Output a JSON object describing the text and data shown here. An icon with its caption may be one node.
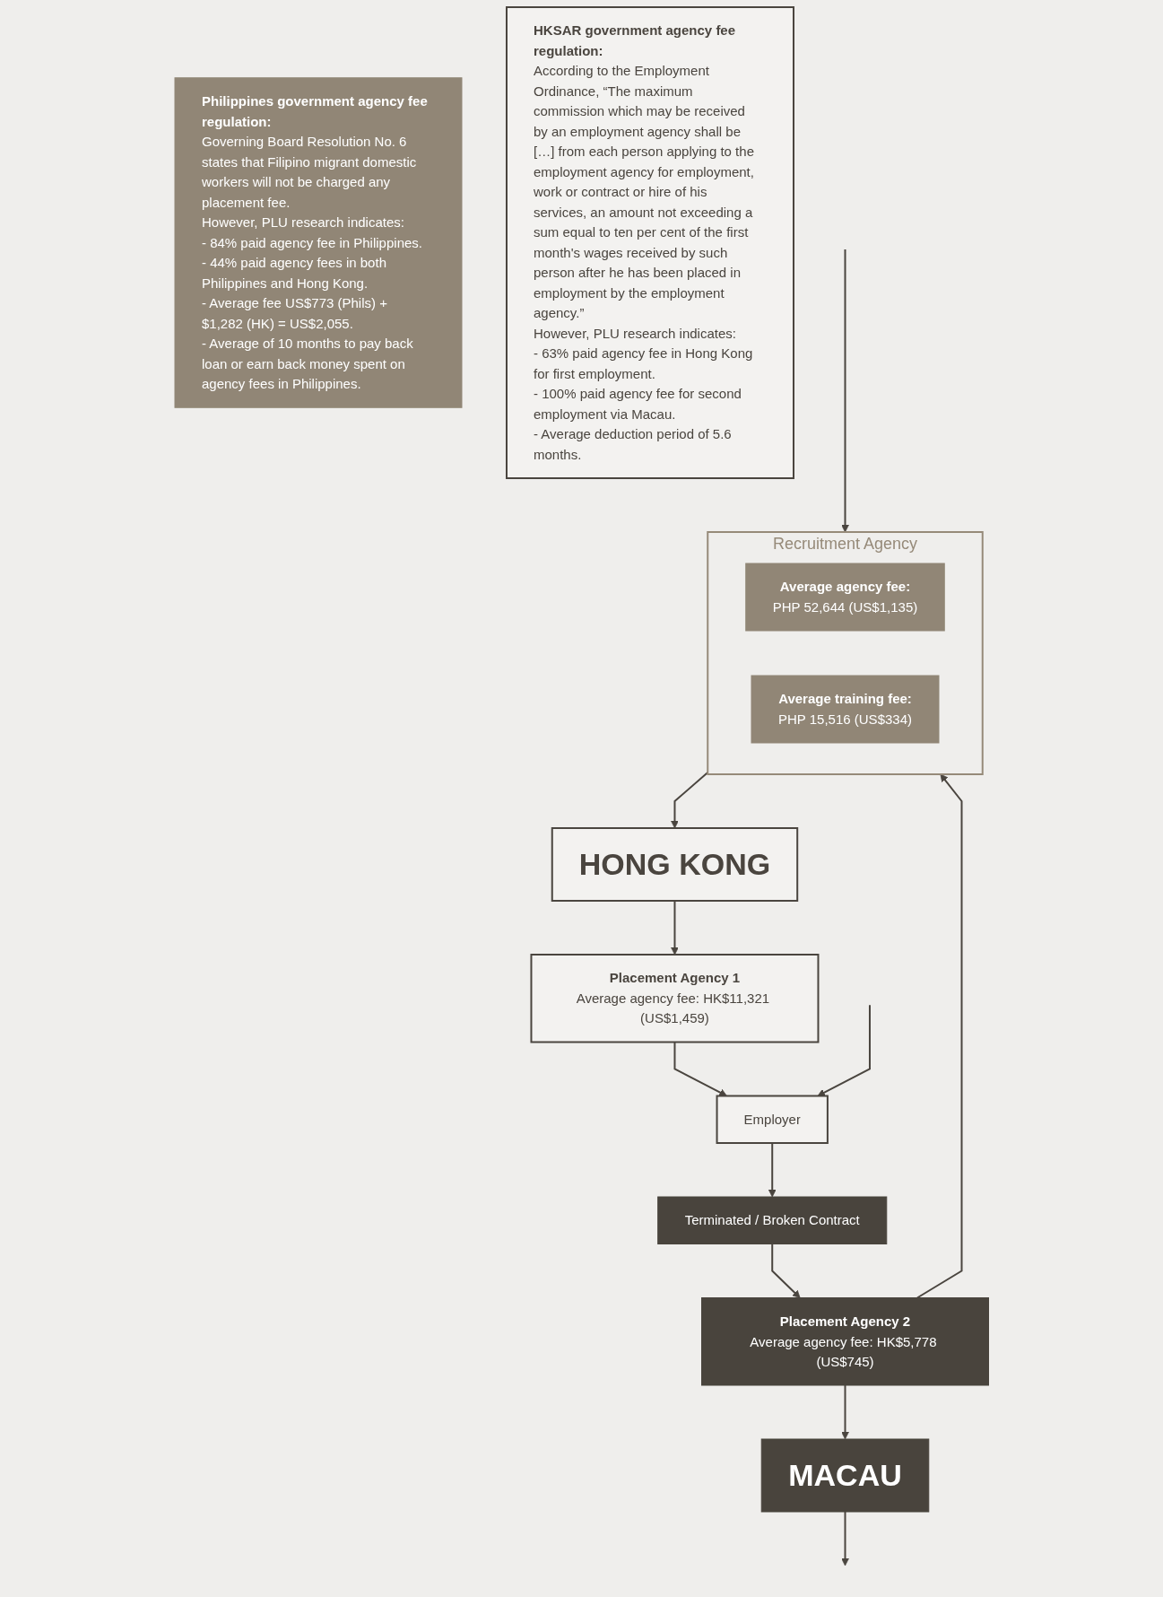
{
  "diagram": {
    "nodes": [
      {
        "text": [
          "Recruitment Agency"
        ]
      },
      {
        "text": [
          "Average agency fee:",
          "PHP 52,644 (US$1,135)"
        ],
        "in": 0
      },
      {
        "text": [
          "Average training fee:",
          "PHP 15,516 (US$334)"
        ],
        "in": 0
      },
      {
        "text": [
          "Philippines government agency fee regulation:",
          "Governing Board Resolution No. 6 states that Filipino migrant domestic workers will not be charged any placement fee.",
          "However, PLU research indicates:",
          "- 84% paid agency fee in Philippines.",
          "- 44% paid agency fees in both Philippines and Hong Kong.",
          "- Average fee US$773 (Phils) + $1,282 (HK) = US$2,055.",
          "- Average of 10 months to pay back loan or earn back money spent on agency fees in Philippines."
        ]
      },
      {
        "text": [
          "HONG KONG"
        ]
      },
      {
        "text": [
          "Placement Agency 1",
          "Average agency fee: HK$11,321 (US$1,459)"
        ]
      },
      {
        "text": [
          "Employer"
        ]
      },
      {
        "text": [
          "HKSAR government agency fee regulation:",
          "According to the Employment Ordinance, “The maximum commission which may be received by an employment agency shall be […] from each person applying to the employment agency for employment, work or contract or hire of his services, an amount not exceeding a sum equal to ten per cent of the first month's wages received by such person after he has been placed in employment by the employment agency.”",
          "However, PLU research indicates:",
          "- 63% paid agency fee in Hong Kong for first employment.",
          "- 100% paid agency fee for second employment via Macau.",
          "- Average deduction period of 5.6 months."
        ]
      },
      {
        "text": [
          "Placement Agency 2",
          "Average agency fee: HK$5,778 (US$745)"
        ]
      },
      {
        "text": [
          "Terminated / Broken Contract"
        ]
      },
      {
        "text": [
          "MACAU"
        ]
      }
    ],
    "edges": [
      {
        "from": null,
        "to": 0,
        "arrow": "to"
      },
      {
        "from": 0,
        "to": 4,
        "arrow": "to"
      },
      {
        "from": 4,
        "to": 5,
        "arrow": "to"
      },
      {
        "from": 5,
        "to": 6,
        "arrow": "to"
      },
      {
        "from": null,
        "to": 6,
        "arrow": "to"
      },
      {
        "from": 6,
        "to": 9,
        "arrow": "to"
      },
      {
        "from": 9,
        "to": 8,
        "arrow": "to"
      },
      {
        "from": 8,
        "to": 0,
        "arrow": "to"
      },
      {
        "from": 8,
        "to": 10,
        "arrow": "to"
      },
      {
        "from": 10,
        "to": null,
        "arrow": "to"
      }
    ]
  }
}
